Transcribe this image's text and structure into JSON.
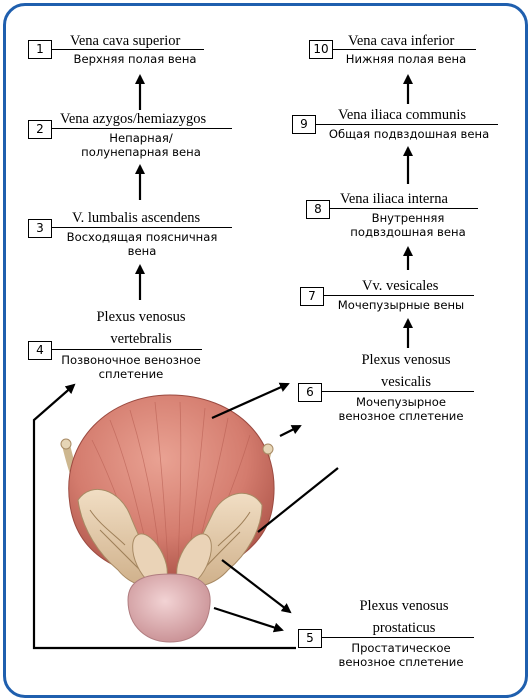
{
  "nodes": [
    {
      "num": "1",
      "latin": "Vena cava superior",
      "russian": "Верхняя полая вена"
    },
    {
      "num": "2",
      "latin": "Vena azygos/hemiazygos",
      "russian": "Непарная/ полунепарная вена"
    },
    {
      "num": "3",
      "latin": "V. lumbalis ascendens",
      "russian": "Восходящая поясничная вена"
    },
    {
      "num": "4",
      "latin": "Plexus venosus vertebralis",
      "russian": "Позвоночное венозное сплетение"
    },
    {
      "num": "5",
      "latin": "Plexus venosus prostaticus",
      "russian": "Простатическое венозное сплетение"
    },
    {
      "num": "6",
      "latin": "Plexus venosus vesicalis",
      "russian": "Мочепузырное венозное сплетение"
    },
    {
      "num": "7",
      "latin": "Vv. vesicales",
      "russian": "Мочепузырные вены"
    },
    {
      "num": "8",
      "latin": "Vena iliaca interna",
      "russian": "Внутренняя подвздошная вена"
    },
    {
      "num": "9",
      "latin": "Vena iliaca communis",
      "russian": "Общая подвздошная вена"
    },
    {
      "num": "10",
      "latin": "Vena cava inferior",
      "russian": "Нижняя полая вена"
    }
  ],
  "colors": {
    "frame": "#1f5fae",
    "bladder": "#d9877a",
    "bladder_dark": "#a94f47",
    "prostate": "#e6b7b9",
    "plexus": "#e9d2b2"
  }
}
